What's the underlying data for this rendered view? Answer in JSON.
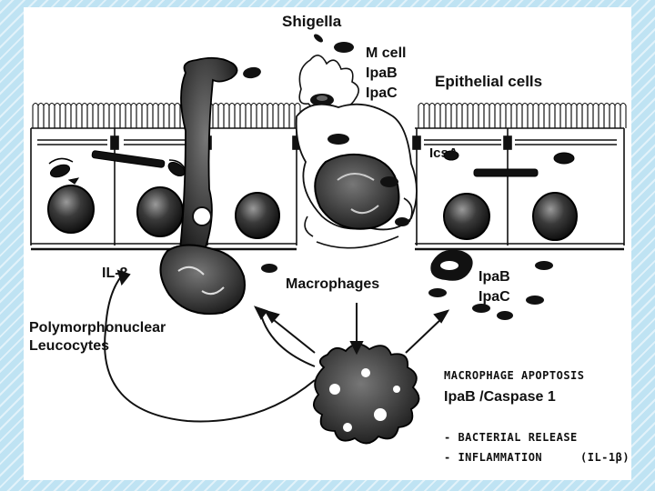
{
  "diagram": {
    "labels": {
      "shigella": "Shigella",
      "m_cell": "M cell",
      "ipab_top": "IpaB",
      "ipac_top": "IpaC",
      "epithelial_cells": "Epithelial cells",
      "icsa": "IcsA",
      "il8": "IL-8",
      "macrophages": "Macrophages",
      "ipab_right": "IpaB",
      "ipac_right": "IpaC",
      "pmn_line1": "Polymorphonuclear",
      "pmn_line2": "Leucocytes",
      "apoptosis_title": "MACROPHAGE APOPTOSIS",
      "apoptosis_mechanism": "IpaB /Caspase 1",
      "bacterial_release": "- BACTERIAL RELEASE",
      "inflammation": "- INFLAMMATION",
      "il1b": "(IL-1β)"
    }
  },
  "colors": {
    "background": "#bfe3f3",
    "panel": "#ffffff",
    "ink": "#111111"
  }
}
